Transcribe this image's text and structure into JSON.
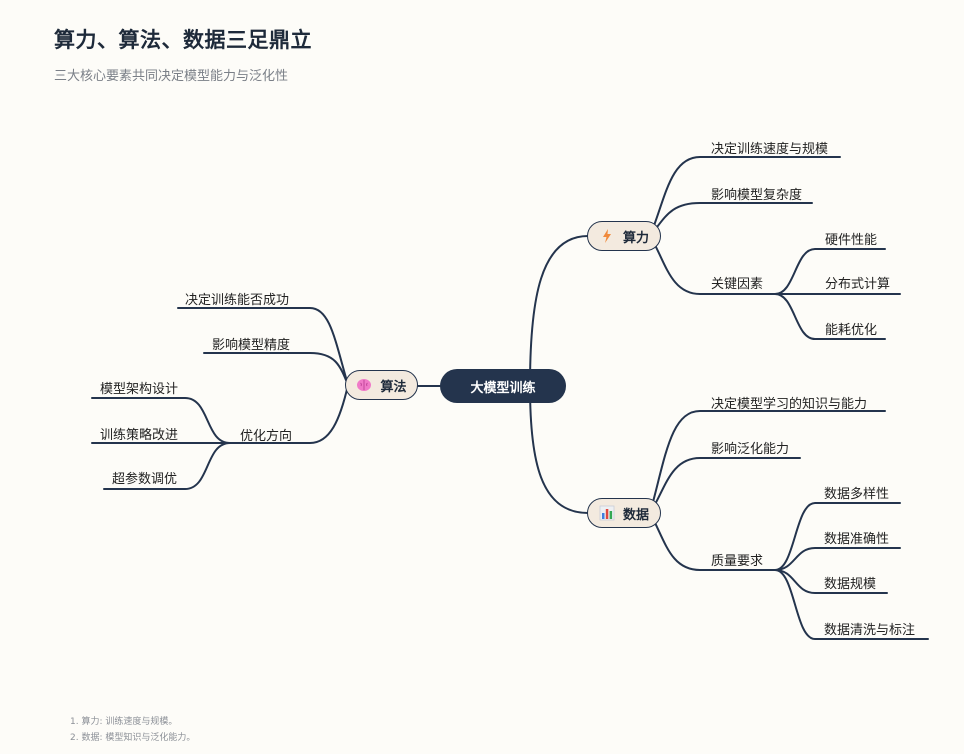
{
  "header": {
    "title": "算力、算法、数据三足鼎立",
    "subtitle": "三大核心要素共同决定模型能力与泛化性"
  },
  "root": {
    "label": "大模型训练"
  },
  "compute": {
    "label": "算力",
    "icon": "lightning-icon",
    "items": [
      "决定训练速度与规模",
      "影响模型复杂度"
    ],
    "group": {
      "label": "关键因素",
      "items": [
        "硬件性能",
        "分布式计算",
        "能耗优化"
      ]
    }
  },
  "algorithm": {
    "label": "算法",
    "icon": "brain-icon",
    "items": [
      "决定训练能否成功",
      "影响模型精度"
    ],
    "group": {
      "label": "优化方向",
      "items": [
        "模型架构设计",
        "训练策略改进",
        "超参数调优"
      ]
    }
  },
  "data": {
    "label": "数据",
    "icon": "bar-chart-icon",
    "items": [
      "决定模型学习的知识与能力",
      "影响泛化能力"
    ],
    "group": {
      "label": "质量要求",
      "items": [
        "数据多样性",
        "数据准确性",
        "数据规模",
        "数据清洗与标注"
      ]
    }
  },
  "footnotes": [
    "1. 算力: 训练速度与规模。",
    "2. 数据: 模型知识与泛化能力。"
  ],
  "colors": {
    "line": "#24344d",
    "root_bg": "#24344d",
    "branch_bg": "#f3eadf"
  }
}
